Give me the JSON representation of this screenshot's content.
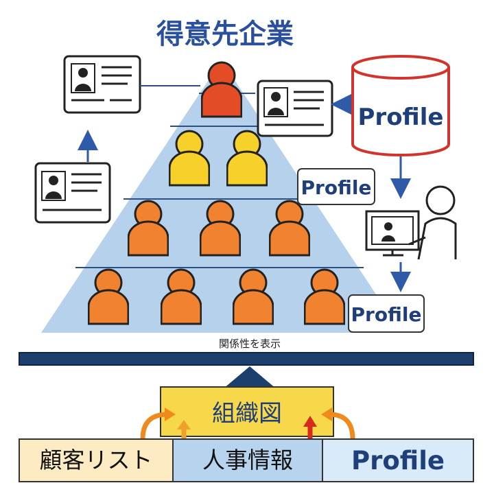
{
  "title": "得意先企業",
  "profile_labels": {
    "database": "Profile",
    "tag_middle": "Profile",
    "tag_lower": "Profile"
  },
  "relation_caption": "関係性を表示",
  "org_chart_label": "組織図",
  "sources": {
    "customer_list": "顧客リスト",
    "hr_info": "人事情報",
    "profile": "Profile"
  },
  "hierarchy_levels": [
    {
      "level": 1,
      "people": 1,
      "color": "#e34c26"
    },
    {
      "level": 2,
      "people": 2,
      "color": "#f7d12a"
    },
    {
      "level": 3,
      "people": 3,
      "color": "#f08230"
    },
    {
      "level": 4,
      "people": 4,
      "color": "#f08230"
    }
  ],
  "colors": {
    "title": "#2a4f9c",
    "pyramid": "#b6d1ec",
    "arrow": "#2f5aa8",
    "database_outline": "#d0342c",
    "org_box": "#f7d84a",
    "customer_list_bg": "#fdebc4",
    "hr_info_bg": "#b8d3ee",
    "profile_bg": "#d9eaf8",
    "beam": "#1c3f6e"
  }
}
